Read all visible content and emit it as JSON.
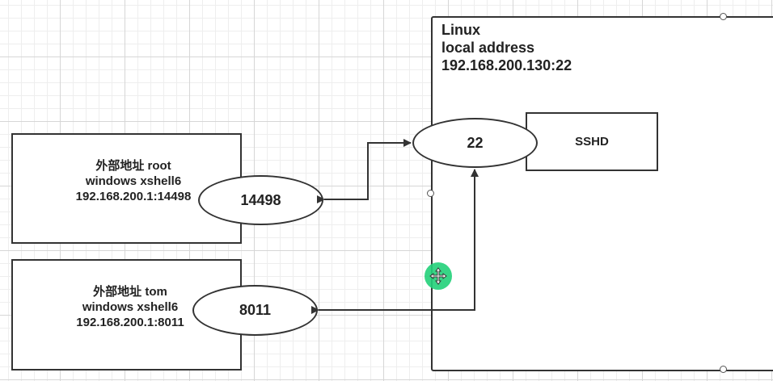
{
  "linux": {
    "title": "Linux",
    "subtitle": "local address",
    "address": "192.168.200.130:22"
  },
  "sshd": {
    "label": "SSHD"
  },
  "port_22": {
    "label": "22"
  },
  "client_root": {
    "line1": "外部地址 root",
    "line2": "windows xshell6",
    "line3": "192.168.200.1:14498",
    "port": "14498"
  },
  "client_tom": {
    "line1": "外部地址 tom",
    "line2": "windows xshell6",
    "line3": "192.168.200.1:8011",
    "port": "8011"
  },
  "colors": {
    "stroke": "#333333",
    "cursor": "#23d17a"
  },
  "icons": {
    "cursor": "move-cursor-icon"
  }
}
